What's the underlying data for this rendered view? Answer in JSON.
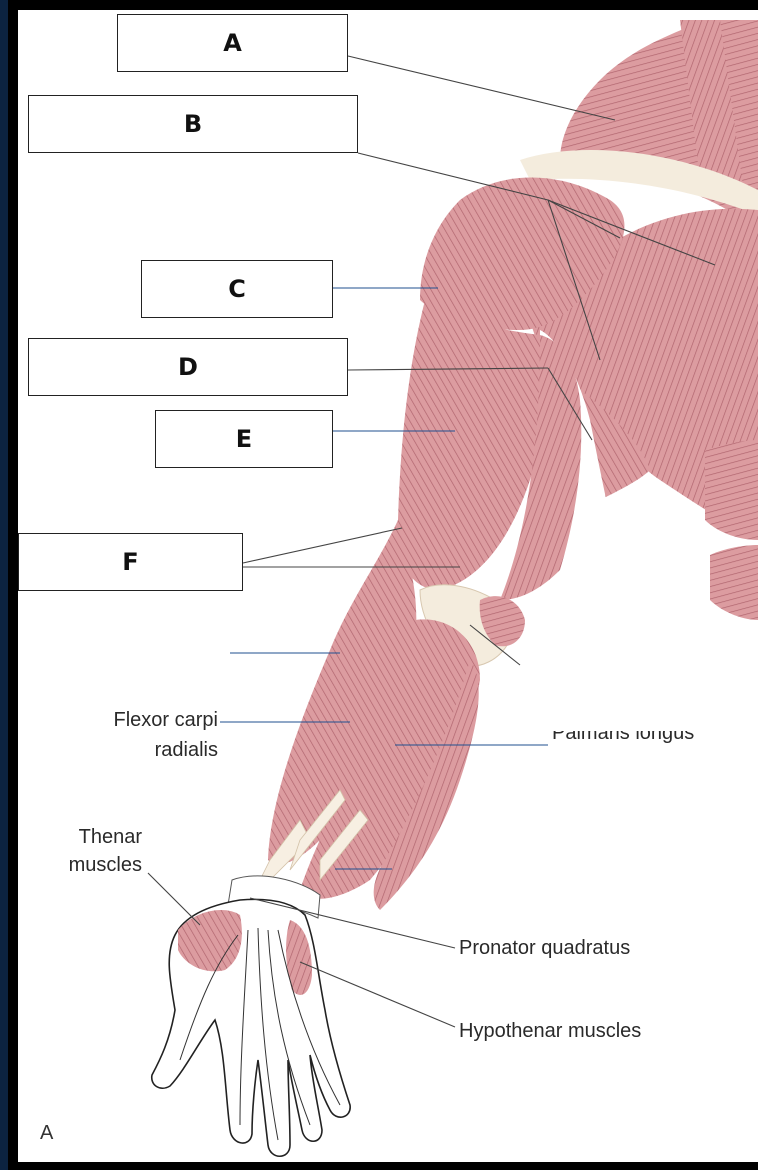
{
  "figure": {
    "panel_letter": "A",
    "answer_boxes": [
      {
        "id": "A",
        "label": "A"
      },
      {
        "id": "B",
        "label": "B"
      },
      {
        "id": "C",
        "label": "C"
      },
      {
        "id": "D",
        "label": "D"
      },
      {
        "id": "E",
        "label": "E"
      },
      {
        "id": "F",
        "label": "F"
      }
    ],
    "printed_labels": {
      "flexor_line1": "Flexor carpi",
      "flexor_line2": "radialis",
      "palmaris": "Palmaris longus",
      "thenar_line1": "Thenar",
      "thenar_line2": "muscles",
      "pronator": "Pronator quadratus",
      "hypothenar": "Hypothenar muscles"
    },
    "colors": {
      "muscle": "#d9959a",
      "muscle_dark": "#b86872",
      "tendon": "#f3e9d8",
      "background": "#ffffff",
      "frame": "#000000",
      "leader_blue": "#1f4f8f"
    }
  }
}
